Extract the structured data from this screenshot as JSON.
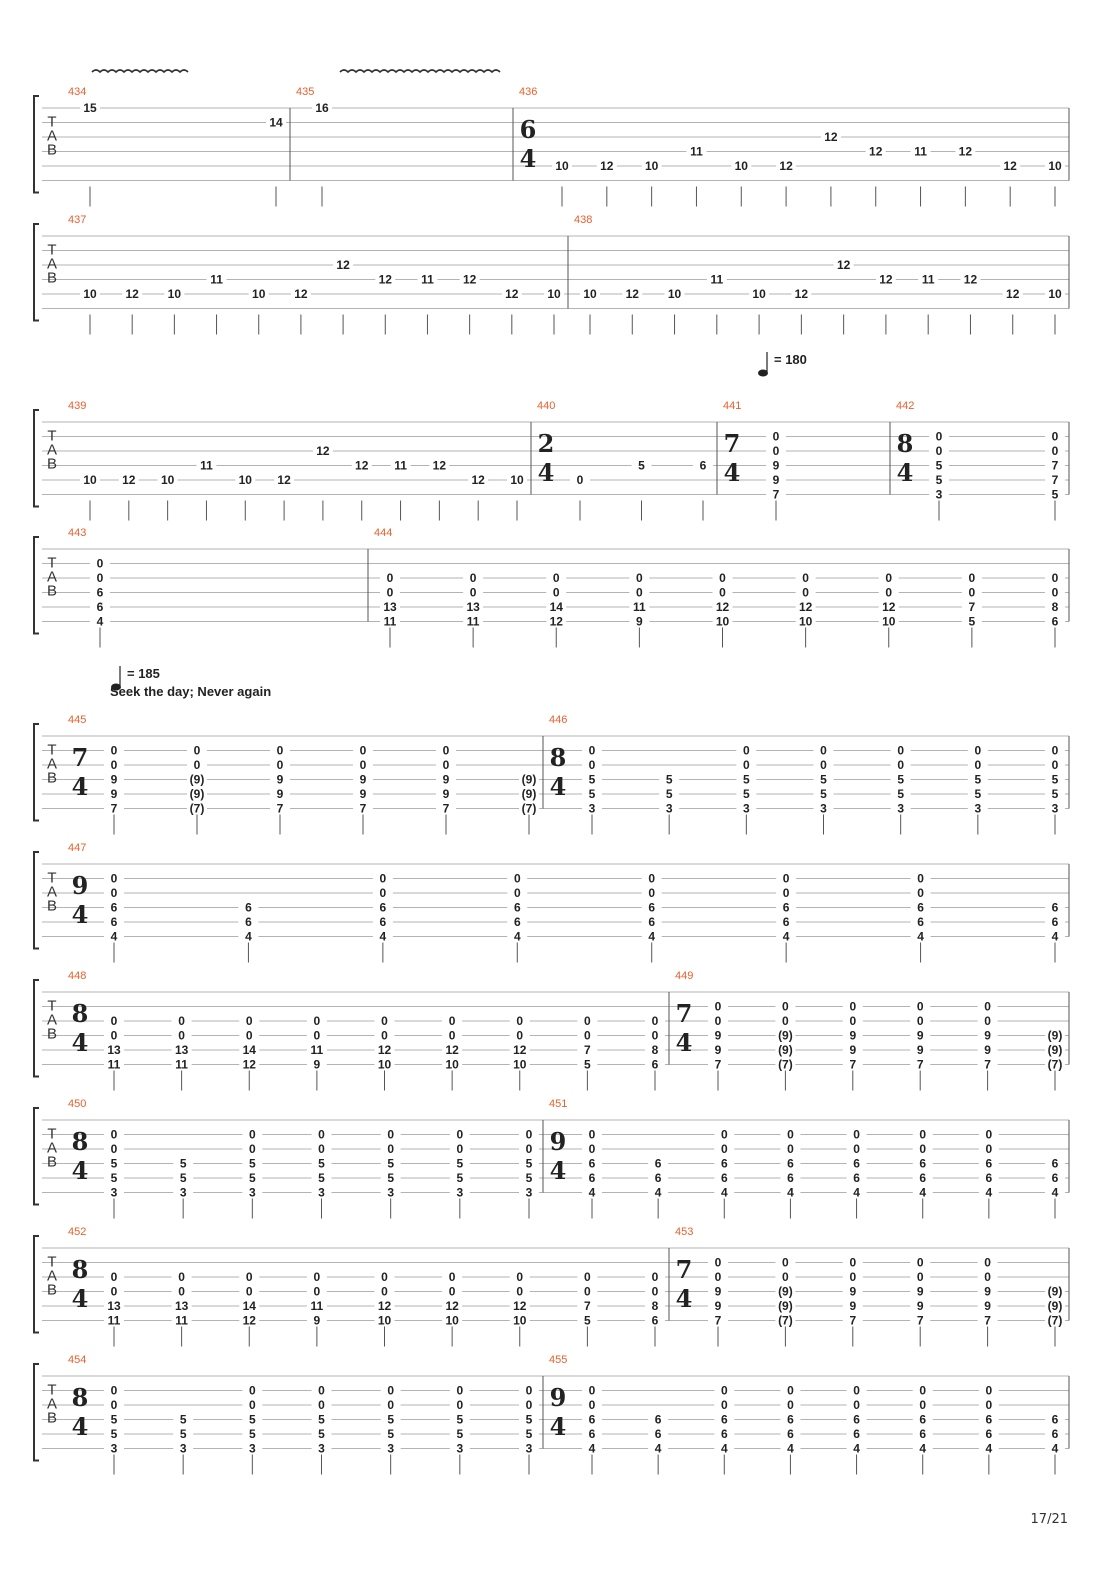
{
  "page_number": "17/21",
  "tab_clef": [
    "T",
    "A",
    "B"
  ],
  "colors": {
    "measure_number": "#e8602c",
    "staff_line": "#9a9a9a",
    "text": "#222222"
  },
  "tempo_marks": [
    {
      "label": "= 180",
      "at_measure": "441"
    },
    {
      "label": "= 185",
      "at_measure": "445"
    }
  ],
  "section_text": "Seek the day; Never again",
  "systems": [
    {
      "measures": [
        {
          "number": "434",
          "time_signature": null,
          "notes": [
            {
              "string": 1,
              "fret": "15"
            },
            {
              "string": 2,
              "fret": "14"
            }
          ],
          "vibrato": true
        },
        {
          "number": "435",
          "time_signature": null,
          "notes": [
            {
              "string": 1,
              "fret": "16"
            }
          ],
          "vibrato": true
        },
        {
          "number": "436",
          "time_signature": [
            "6",
            "4"
          ],
          "notes": [
            {
              "string": 5,
              "fret": "10"
            },
            {
              "string": 5,
              "fret": "12"
            },
            {
              "string": 5,
              "fret": "10"
            },
            {
              "string": 4,
              "fret": "11"
            },
            {
              "string": 5,
              "fret": "10"
            },
            {
              "string": 5,
              "fret": "12"
            },
            {
              "string": 3,
              "fret": "12"
            },
            {
              "string": 4,
              "fret": "12"
            },
            {
              "string": 4,
              "fret": "11"
            },
            {
              "string": 4,
              "fret": "12"
            },
            {
              "string": 5,
              "fret": "12"
            },
            {
              "string": 5,
              "fret": "10"
            }
          ]
        }
      ]
    },
    {
      "measures": [
        {
          "number": "437",
          "time_signature": null,
          "notes": [
            {
              "string": 5,
              "fret": "10"
            },
            {
              "string": 5,
              "fret": "12"
            },
            {
              "string": 5,
              "fret": "10"
            },
            {
              "string": 4,
              "fret": "11"
            },
            {
              "string": 5,
              "fret": "10"
            },
            {
              "string": 5,
              "fret": "12"
            },
            {
              "string": 3,
              "fret": "12"
            },
            {
              "string": 4,
              "fret": "12"
            },
            {
              "string": 4,
              "fret": "11"
            },
            {
              "string": 4,
              "fret": "12"
            },
            {
              "string": 5,
              "fret": "12"
            },
            {
              "string": 5,
              "fret": "10"
            }
          ]
        },
        {
          "number": "438",
          "time_signature": null,
          "notes": [
            {
              "string": 5,
              "fret": "10"
            },
            {
              "string": 5,
              "fret": "12"
            },
            {
              "string": 5,
              "fret": "10"
            },
            {
              "string": 4,
              "fret": "11"
            },
            {
              "string": 5,
              "fret": "10"
            },
            {
              "string": 5,
              "fret": "12"
            },
            {
              "string": 3,
              "fret": "12"
            },
            {
              "string": 4,
              "fret": "12"
            },
            {
              "string": 4,
              "fret": "11"
            },
            {
              "string": 4,
              "fret": "12"
            },
            {
              "string": 5,
              "fret": "12"
            },
            {
              "string": 5,
              "fret": "10"
            }
          ]
        }
      ]
    },
    {
      "measures": [
        {
          "number": "439",
          "time_signature": null,
          "notes": [
            {
              "string": 5,
              "fret": "10"
            },
            {
              "string": 5,
              "fret": "12"
            },
            {
              "string": 5,
              "fret": "10"
            },
            {
              "string": 4,
              "fret": "11"
            },
            {
              "string": 5,
              "fret": "10"
            },
            {
              "string": 5,
              "fret": "12"
            },
            {
              "string": 3,
              "fret": "12"
            },
            {
              "string": 4,
              "fret": "12"
            },
            {
              "string": 4,
              "fret": "11"
            },
            {
              "string": 4,
              "fret": "12"
            },
            {
              "string": 5,
              "fret": "12"
            },
            {
              "string": 5,
              "fret": "10"
            }
          ]
        },
        {
          "number": "440",
          "time_signature": [
            "2",
            "4"
          ],
          "notes": [
            {
              "string": 5,
              "fret": "0"
            },
            {
              "string": 4,
              "fret": "5"
            },
            {
              "string": 4,
              "fret": "6"
            }
          ]
        },
        {
          "number": "441",
          "time_signature": [
            "7",
            "4"
          ],
          "chords": [
            [
              "0",
              "0",
              "9",
              "9",
              "7"
            ]
          ]
        },
        {
          "number": "442",
          "time_signature": [
            "8",
            "4"
          ],
          "chords": [
            [
              "0",
              "0",
              "5",
              "5",
              "3"
            ],
            [
              "0",
              "0",
              "7",
              "7",
              "5"
            ]
          ]
        }
      ]
    },
    {
      "measures": [
        {
          "number": "443",
          "time_signature": null,
          "chords": [
            [
              "0",
              "0",
              "6",
              "6",
              "4"
            ]
          ]
        },
        {
          "number": "444",
          "time_signature": null,
          "chords": [
            [
              "0",
              "0",
              "13",
              "11"
            ],
            [
              "0",
              "0",
              "13",
              "11"
            ],
            [
              "0",
              "0",
              "14",
              "12"
            ],
            [
              "0",
              "0",
              "11",
              "9"
            ],
            [
              "0",
              "0",
              "12",
              "10"
            ],
            [
              "0",
              "0",
              "12",
              "10"
            ],
            [
              "0",
              "0",
              "12",
              "10"
            ],
            [
              "0",
              "0",
              "7",
              "5"
            ],
            [
              "0",
              "0",
              "8",
              "6"
            ]
          ]
        }
      ]
    },
    {
      "measures": [
        {
          "number": "445",
          "time_signature": [
            "7",
            "4"
          ],
          "chords": [
            [
              "0",
              "0",
              "9",
              "9",
              "7"
            ],
            [
              "0",
              "0",
              "(9)",
              "(9)",
              "(7)"
            ],
            [
              "0",
              "0",
              "9",
              "9",
              "7"
            ],
            [
              "0",
              "0",
              "9",
              "9",
              "7"
            ],
            [
              "0",
              "0",
              "9",
              "9",
              "7"
            ],
            [
              "(9)",
              "(9)",
              "(7)"
            ]
          ]
        },
        {
          "number": "446",
          "time_signature": [
            "8",
            "4"
          ],
          "chords": [
            [
              "0",
              "0",
              "5",
              "5",
              "3"
            ],
            [
              "5",
              "5",
              "3"
            ],
            [
              "0",
              "0",
              "5",
              "5",
              "3"
            ],
            [
              "0",
              "0",
              "5",
              "5",
              "3"
            ],
            [
              "0",
              "0",
              "5",
              "5",
              "3"
            ],
            [
              "0",
              "0",
              "5",
              "5",
              "3"
            ],
            [
              "0",
              "0",
              "5",
              "5",
              "3"
            ]
          ]
        }
      ]
    },
    {
      "measures": [
        {
          "number": "447",
          "time_signature": [
            "9",
            "4"
          ],
          "chords": [
            [
              "0",
              "0",
              "6",
              "6",
              "4"
            ],
            [
              "6",
              "6",
              "4"
            ],
            [
              "0",
              "0",
              "6",
              "6",
              "4"
            ],
            [
              "0",
              "0",
              "6",
              "6",
              "4"
            ],
            [
              "0",
              "0",
              "6",
              "6",
              "4"
            ],
            [
              "0",
              "0",
              "6",
              "6",
              "4"
            ],
            [
              "0",
              "0",
              "6",
              "6",
              "4"
            ],
            [
              "6",
              "6",
              "4"
            ]
          ]
        }
      ]
    },
    {
      "measures": [
        {
          "number": "448",
          "time_signature": [
            "8",
            "4"
          ],
          "chords": [
            [
              "0",
              "0",
              "13",
              "11"
            ],
            [
              "0",
              "0",
              "13",
              "11"
            ],
            [
              "0",
              "0",
              "14",
              "12"
            ],
            [
              "0",
              "0",
              "11",
              "9"
            ],
            [
              "0",
              "0",
              "12",
              "10"
            ],
            [
              "0",
              "0",
              "12",
              "10"
            ],
            [
              "0",
              "0",
              "12",
              "10"
            ],
            [
              "0",
              "0",
              "7",
              "5"
            ],
            [
              "0",
              "0",
              "8",
              "6"
            ]
          ]
        },
        {
          "number": "449",
          "time_signature": [
            "7",
            "4"
          ],
          "chords": [
            [
              "0",
              "0",
              "9",
              "9",
              "7"
            ],
            [
              "0",
              "0",
              "(9)",
              "(9)",
              "(7)"
            ],
            [
              "0",
              "0",
              "9",
              "9",
              "7"
            ],
            [
              "0",
              "0",
              "9",
              "9",
              "7"
            ],
            [
              "0",
              "0",
              "9",
              "9",
              "7"
            ],
            [
              "(9)",
              "(9)",
              "(7)"
            ]
          ]
        }
      ]
    },
    {
      "measures": [
        {
          "number": "450",
          "time_signature": [
            "8",
            "4"
          ],
          "chords": [
            [
              "0",
              "0",
              "5",
              "5",
              "3"
            ],
            [
              "5",
              "5",
              "3"
            ],
            [
              "0",
              "0",
              "5",
              "5",
              "3"
            ],
            [
              "0",
              "0",
              "5",
              "5",
              "3"
            ],
            [
              "0",
              "0",
              "5",
              "5",
              "3"
            ],
            [
              "0",
              "0",
              "5",
              "5",
              "3"
            ],
            [
              "0",
              "0",
              "5",
              "5",
              "3"
            ]
          ]
        },
        {
          "number": "451",
          "time_signature": [
            "9",
            "4"
          ],
          "chords": [
            [
              "0",
              "0",
              "6",
              "6",
              "4"
            ],
            [
              "6",
              "6",
              "4"
            ],
            [
              "0",
              "0",
              "6",
              "6",
              "4"
            ],
            [
              "0",
              "0",
              "6",
              "6",
              "4"
            ],
            [
              "0",
              "0",
              "6",
              "6",
              "4"
            ],
            [
              "0",
              "0",
              "6",
              "6",
              "4"
            ],
            [
              "0",
              "0",
              "6",
              "6",
              "4"
            ],
            [
              "6",
              "6",
              "4"
            ]
          ]
        }
      ]
    },
    {
      "measures": [
        {
          "number": "452",
          "time_signature": [
            "8",
            "4"
          ],
          "chords": [
            [
              "0",
              "0",
              "13",
              "11"
            ],
            [
              "0",
              "0",
              "13",
              "11"
            ],
            [
              "0",
              "0",
              "14",
              "12"
            ],
            [
              "0",
              "0",
              "11",
              "9"
            ],
            [
              "0",
              "0",
              "12",
              "10"
            ],
            [
              "0",
              "0",
              "12",
              "10"
            ],
            [
              "0",
              "0",
              "12",
              "10"
            ],
            [
              "0",
              "0",
              "7",
              "5"
            ],
            [
              "0",
              "0",
              "8",
              "6"
            ]
          ]
        },
        {
          "number": "453",
          "time_signature": [
            "7",
            "4"
          ],
          "chords": [
            [
              "0",
              "0",
              "9",
              "9",
              "7"
            ],
            [
              "0",
              "0",
              "(9)",
              "(9)",
              "(7)"
            ],
            [
              "0",
              "0",
              "9",
              "9",
              "7"
            ],
            [
              "0",
              "0",
              "9",
              "9",
              "7"
            ],
            [
              "0",
              "0",
              "9",
              "9",
              "7"
            ],
            [
              "(9)",
              "(9)",
              "(7)"
            ]
          ]
        }
      ]
    },
    {
      "measures": [
        {
          "number": "454",
          "time_signature": [
            "8",
            "4"
          ],
          "chords": [
            [
              "0",
              "0",
              "5",
              "5",
              "3"
            ],
            [
              "5",
              "5",
              "3"
            ],
            [
              "0",
              "0",
              "5",
              "5",
              "3"
            ],
            [
              "0",
              "0",
              "5",
              "5",
              "3"
            ],
            [
              "0",
              "0",
              "5",
              "5",
              "3"
            ],
            [
              "0",
              "0",
              "5",
              "5",
              "3"
            ],
            [
              "0",
              "0",
              "5",
              "5",
              "3"
            ]
          ]
        },
        {
          "number": "455",
          "time_signature": [
            "9",
            "4"
          ],
          "chords": [
            [
              "0",
              "0",
              "6",
              "6",
              "4"
            ],
            [
              "6",
              "6",
              "4"
            ],
            [
              "0",
              "0",
              "6",
              "6",
              "4"
            ],
            [
              "0",
              "0",
              "6",
              "6",
              "4"
            ],
            [
              "0",
              "0",
              "6",
              "6",
              "4"
            ],
            [
              "0",
              "0",
              "6",
              "6",
              "4"
            ],
            [
              "0",
              "0",
              "6",
              "6",
              "4"
            ],
            [
              "6",
              "6",
              "4"
            ]
          ]
        }
      ]
    }
  ]
}
